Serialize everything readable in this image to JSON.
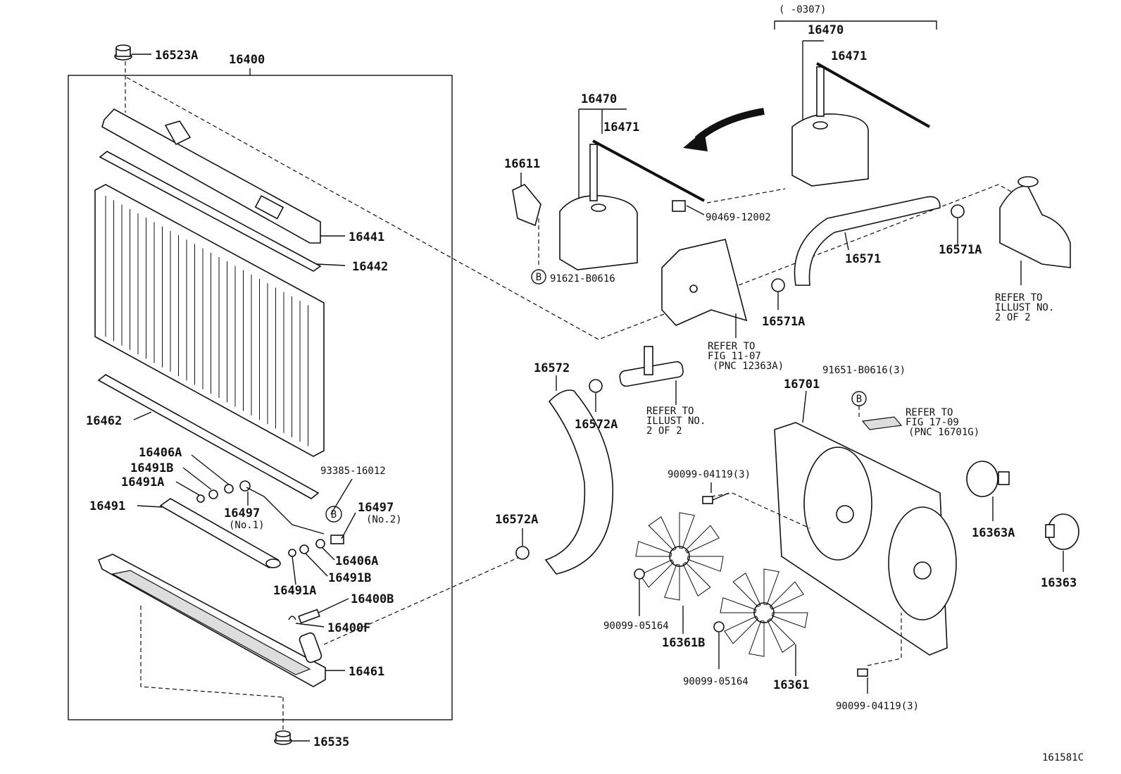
{
  "figure_code": "161581C",
  "date_range": "(      -0307)",
  "circle_b_label": "B",
  "labels": {
    "p16523A": "16523A",
    "p16400": "16400",
    "p16441": "16441",
    "p16442": "16442",
    "p16462": "16462",
    "p16406A_a": "16406A",
    "p16491B_a": "16491B",
    "p16491A_a": "16491A",
    "p16491": "16491",
    "p16497_1": "16497",
    "p16497_1_note": "(No.1)",
    "p93385": "93385-16012",
    "p16497_2": "16497",
    "p16497_2_note": "(No.2)",
    "p16406A_b": "16406A",
    "p16491B_b": "16491B",
    "p16491A_b": "16491A",
    "p16400B": "16400B",
    "p16400F": "16400F",
    "p16461": "16461",
    "p16535": "16535",
    "p16470_a": "16470",
    "p16471_a": "16471",
    "p16470_b": "16470",
    "p16471_b": "16471",
    "p16611": "16611",
    "p90469": "90469-12002",
    "p91621": "91621-B0616",
    "p16571": "16571",
    "p16571A_a": "16571A",
    "p16571A_b": "16571A",
    "p16572": "16572",
    "p16572A_a": "16572A",
    "p16572A_b": "16572A",
    "p91651": "91651-B0616(3)",
    "p16701": "16701",
    "p90099_04119_a": "90099-04119(3)",
    "p90099_04119_b": "90099-04119(3)",
    "p90099_05164_a": "90099-05164",
    "p90099_05164_b": "90099-05164",
    "p16361B": "16361B",
    "p16361": "16361",
    "p16363A": "16363A",
    "p16363": "16363"
  },
  "refs": {
    "ref_11_07": [
      "REFER TO",
      "FIG 11-07",
      "(PNC 12363A)"
    ],
    "ref_illust_a": [
      "REFER TO",
      "ILLUST NO.",
      "2 OF 2"
    ],
    "ref_illust_b": [
      "REFER TO",
      "ILLUST NO.",
      "2 OF 2"
    ],
    "ref_17_09": [
      "REFER TO",
      "FIG 17-09",
      "(PNC 16701G)"
    ]
  }
}
